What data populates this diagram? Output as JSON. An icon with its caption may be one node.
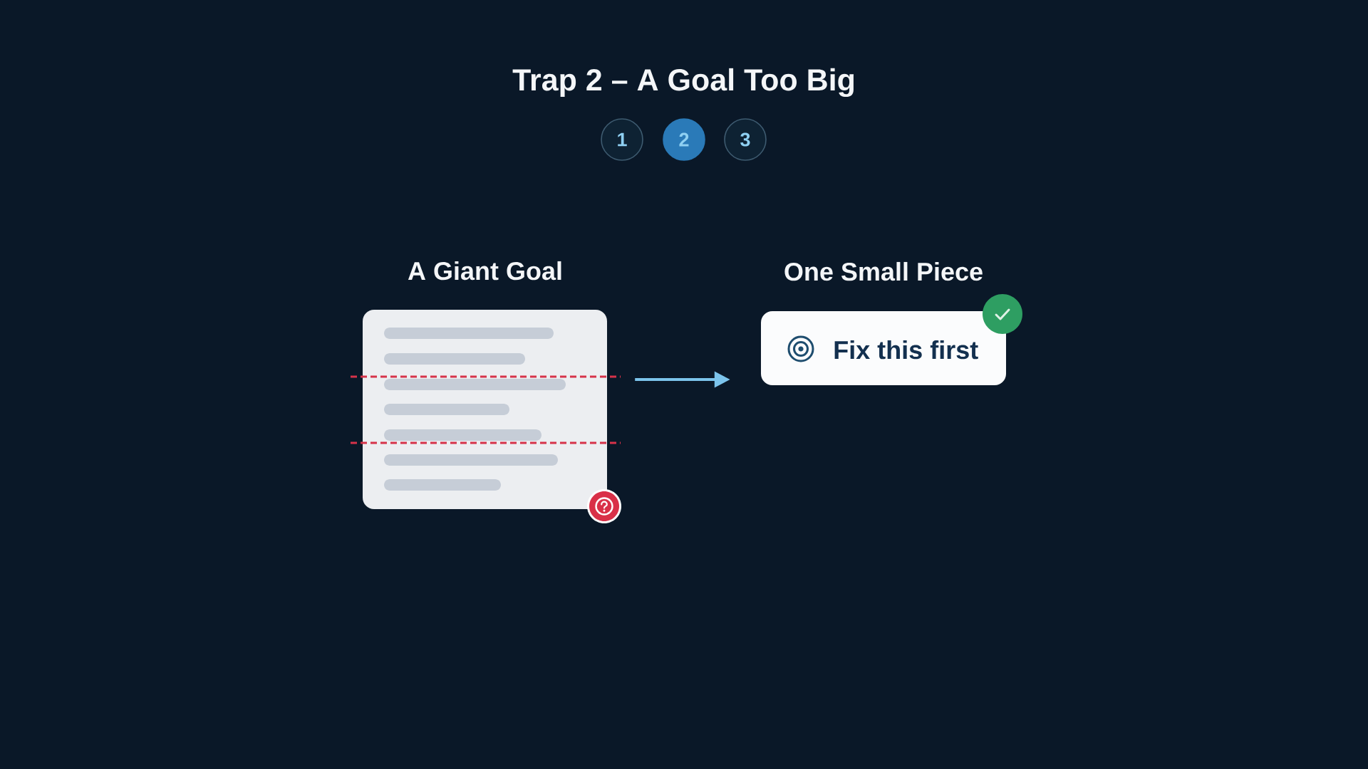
{
  "diagram": {
    "title": "Trap 2 – A Goal Too Big",
    "nodes": [
      {
        "text": [
          "1"
        ]
      },
      {
        "text": [
          "2"
        ]
      },
      {
        "text": [
          "3"
        ]
      },
      {
        "text": [
          "A Giant Goal"
        ]
      },
      {
        "text": [
          "One Small Piece",
          "Fix this first"
        ]
      }
    ],
    "edges": [
      {
        "from": 3,
        "to": 4,
        "arrow": "to"
      }
    ]
  }
}
